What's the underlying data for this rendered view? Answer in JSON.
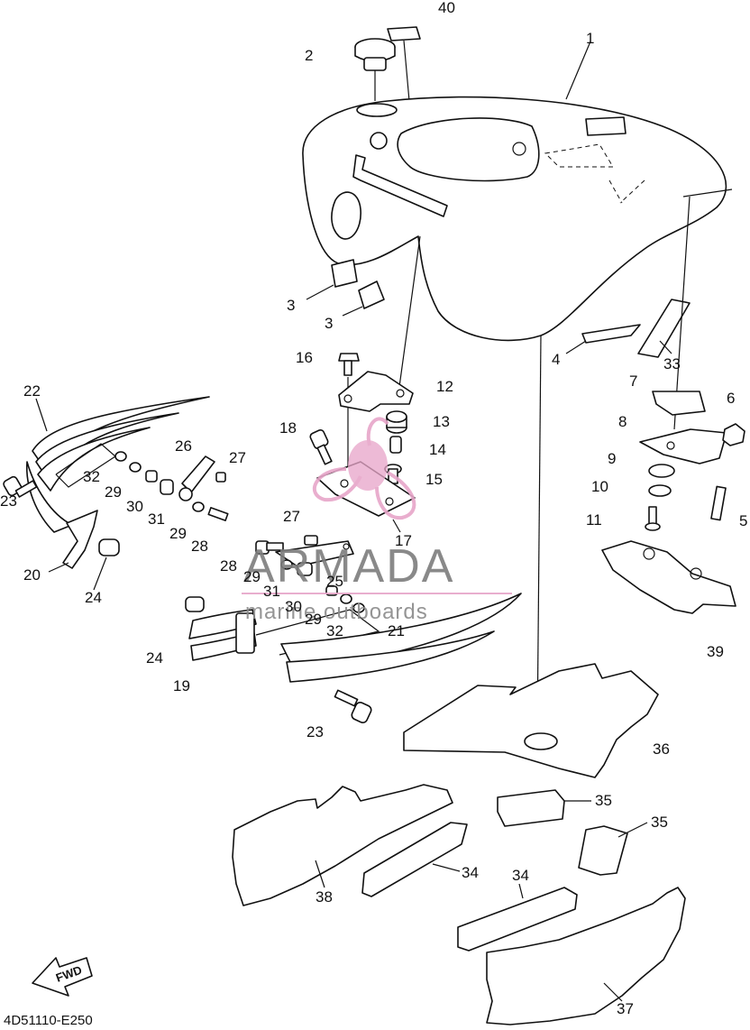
{
  "diagram_code": "4D51110-E250",
  "fwd_label": "FWD",
  "watermark": {
    "brand": "ARMADA",
    "tagline": "marine outboards",
    "accent_color": "#e7a6c9",
    "text_color": "#7d7d7d"
  },
  "callouts": [
    {
      "id": "c1",
      "label": "1"
    },
    {
      "id": "c2",
      "label": "2"
    },
    {
      "id": "c3a",
      "label": "3"
    },
    {
      "id": "c3b",
      "label": "3"
    },
    {
      "id": "c4",
      "label": "4"
    },
    {
      "id": "c5",
      "label": "5"
    },
    {
      "id": "c6",
      "label": "6"
    },
    {
      "id": "c7",
      "label": "7"
    },
    {
      "id": "c8",
      "label": "8"
    },
    {
      "id": "c9",
      "label": "9"
    },
    {
      "id": "c10",
      "label": "10"
    },
    {
      "id": "c11",
      "label": "11"
    },
    {
      "id": "c12",
      "label": "12"
    },
    {
      "id": "c13",
      "label": "13"
    },
    {
      "id": "c14",
      "label": "14"
    },
    {
      "id": "c15",
      "label": "15"
    },
    {
      "id": "c16",
      "label": "16"
    },
    {
      "id": "c17",
      "label": "17"
    },
    {
      "id": "c18",
      "label": "18"
    },
    {
      "id": "c19",
      "label": "19"
    },
    {
      "id": "c20",
      "label": "20"
    },
    {
      "id": "c21",
      "label": "21"
    },
    {
      "id": "c22",
      "label": "22"
    },
    {
      "id": "c23a",
      "label": "23"
    },
    {
      "id": "c23b",
      "label": "23"
    },
    {
      "id": "c24a",
      "label": "24"
    },
    {
      "id": "c24b",
      "label": "24"
    },
    {
      "id": "c25",
      "label": "25"
    },
    {
      "id": "c26",
      "label": "26"
    },
    {
      "id": "c27a",
      "label": "27"
    },
    {
      "id": "c27b",
      "label": "27"
    },
    {
      "id": "c28a",
      "label": "28"
    },
    {
      "id": "c28b",
      "label": "28"
    },
    {
      "id": "c29a",
      "label": "29"
    },
    {
      "id": "c29b",
      "label": "29"
    },
    {
      "id": "c29c",
      "label": "29"
    },
    {
      "id": "c29d",
      "label": "29"
    },
    {
      "id": "c30a",
      "label": "30"
    },
    {
      "id": "c30b",
      "label": "30"
    },
    {
      "id": "c31a",
      "label": "31"
    },
    {
      "id": "c31b",
      "label": "31"
    },
    {
      "id": "c32a",
      "label": "32"
    },
    {
      "id": "c32b",
      "label": "32"
    },
    {
      "id": "c33",
      "label": "33"
    },
    {
      "id": "c34a",
      "label": "34"
    },
    {
      "id": "c34b",
      "label": "34"
    },
    {
      "id": "c35a",
      "label": "35"
    },
    {
      "id": "c35b",
      "label": "35"
    },
    {
      "id": "c36",
      "label": "36"
    },
    {
      "id": "c37",
      "label": "37"
    },
    {
      "id": "c38",
      "label": "38"
    },
    {
      "id": "c39",
      "label": "39"
    },
    {
      "id": "c40",
      "label": "40"
    }
  ]
}
